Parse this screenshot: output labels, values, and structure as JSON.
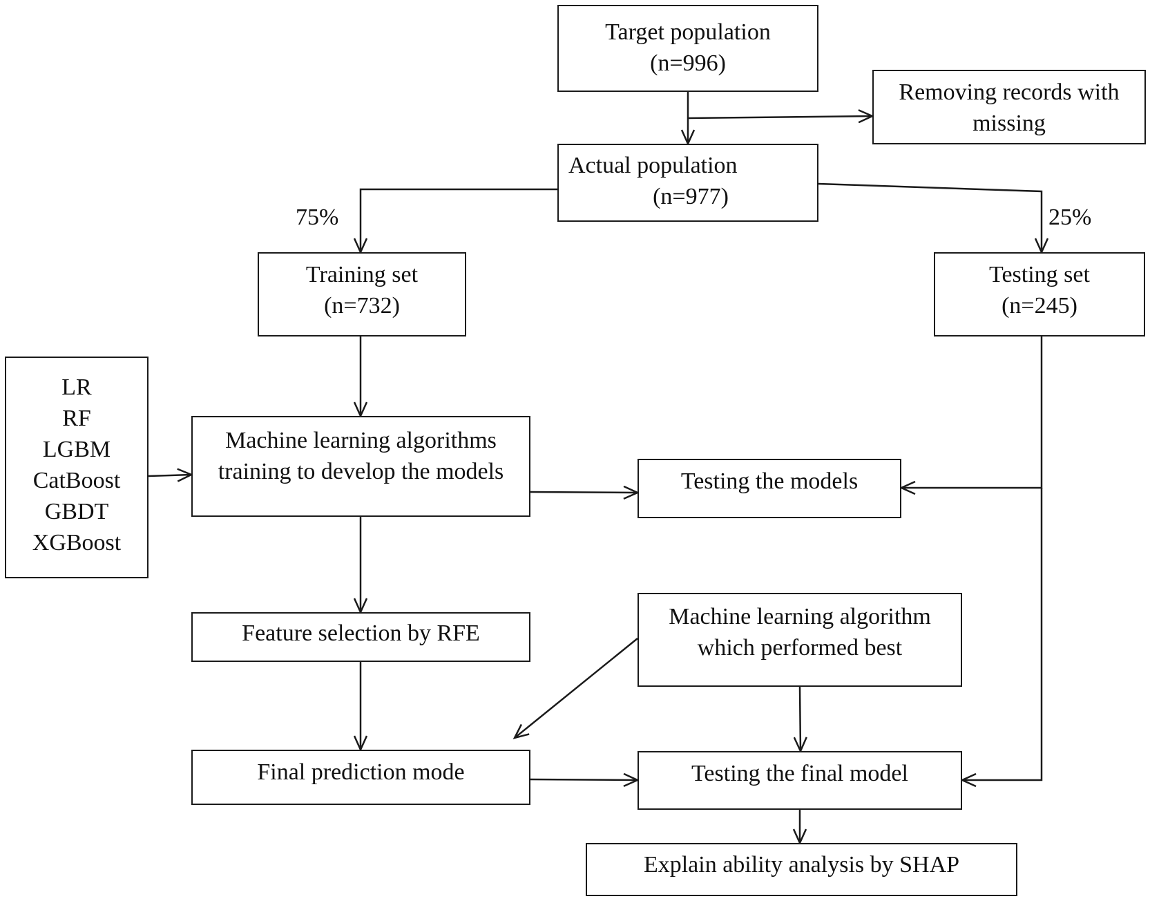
{
  "nodes": {
    "target": {
      "lines": [
        "Target population",
        "(n=996)"
      ]
    },
    "removing": {
      "lines": [
        "Removing records with",
        "missing"
      ]
    },
    "actual": {
      "lines": [
        "Actual population",
        "(n=977)"
      ]
    },
    "training": {
      "lines": [
        "Training set",
        "(n=732)"
      ]
    },
    "testing": {
      "lines": [
        "Testing set",
        "(n=245)"
      ]
    },
    "algorithms": {
      "lines": [
        "LR",
        "RF",
        "LGBM",
        "CatBoost",
        "GBDT",
        "XGBoost"
      ]
    },
    "ml_training": {
      "lines": [
        "Machine learning algorithms",
        "training to develop the models"
      ]
    },
    "testing_models": {
      "lines": [
        "Testing the models"
      ]
    },
    "feature_selection": {
      "lines": [
        "Feature selection by RFE"
      ]
    },
    "best_algorithm": {
      "lines": [
        "Machine learning algorithm",
        "which performed best"
      ]
    },
    "final_prediction": {
      "lines": [
        "Final prediction mode"
      ]
    },
    "testing_final": {
      "lines": [
        "Testing the final model"
      ]
    },
    "shap": {
      "lines": [
        "Explain ability analysis by SHAP"
      ]
    }
  },
  "edge_labels": {
    "training_split": "75%",
    "testing_split": "25%"
  },
  "colors": {
    "stroke": "#1a1a1a",
    "background": "#ffffff",
    "text": "#111111"
  }
}
